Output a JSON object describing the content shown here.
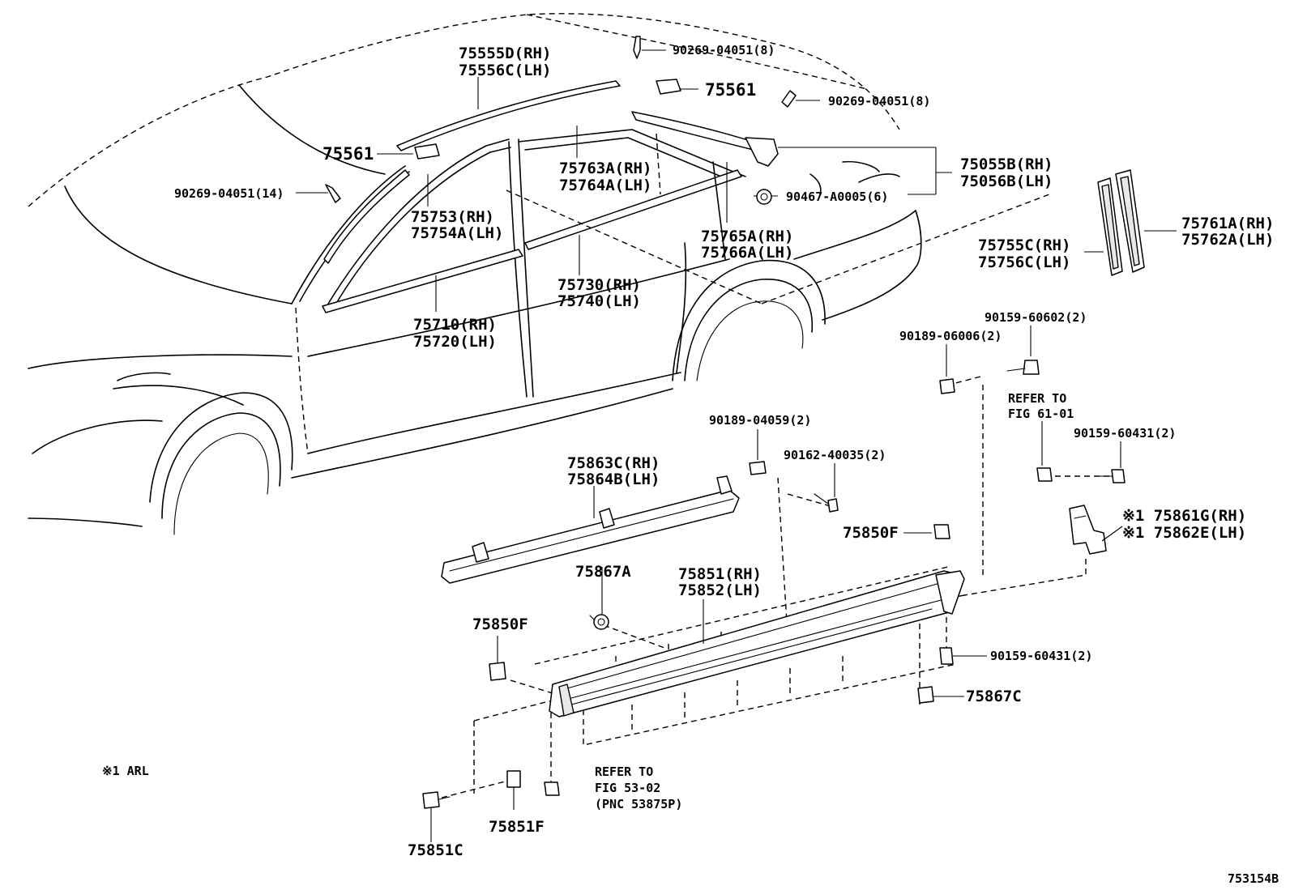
{
  "figure_id": "753154B",
  "footnote": "※1 ARL",
  "labels": {
    "l75555d": "75555D(RH)",
    "l75556c": "75556C(LH)",
    "l90269a": "90269-04051(8)",
    "l75561top": "75561",
    "l90269b": "90269-04051(8)",
    "l75561left": "75561",
    "l90269c": "90269-04051(14)",
    "l75763a": "75763A(RH)",
    "l75764a": "75764A(LH)",
    "l75055b": "75055B(RH)",
    "l75056b": "75056B(LH)",
    "l90467": "90467-A0005(6)",
    "l75753": "75753(RH)",
    "l75754a": "75754A(LH)",
    "l75765a": "75765A(RH)",
    "l75766a": "75766A(LH)",
    "l75761a": "75761A(RH)",
    "l75762a": "75762A(LH)",
    "l75755c": "75755C(RH)",
    "l75756c": "75756C(LH)",
    "l75730": "75730(RH)",
    "l75740": "75740(LH)",
    "l75710": "75710(RH)",
    "l75720": "75720(LH)",
    "l90159a": "90159-60602(2)",
    "l90189a": "90189-06006(2)",
    "l_refer61": "REFER TO",
    "l_fig61": "FIG 61-01",
    "l90189b": "90189-04059(2)",
    "l90159b": "90159-60431(2)",
    "l90162": "90162-40035(2)",
    "l75863c": "75863C(RH)",
    "l75864b": "75864B(LH)",
    "l75850f_r": "75850F",
    "l75861g": "※1 75861G(RH)",
    "l75862e": "※1 75862E(LH)",
    "l75867a": "75867A",
    "l75851": "75851(RH)",
    "l75852": "75852(LH)",
    "l75850f_l": "75850F",
    "l90159c": "90159-60431(2)",
    "l75867c": "75867C",
    "l_refer53": "REFER TO",
    "l_fig53": "FIG 53-02",
    "l_pnc": "(PNC 53875P)",
    "l75851c": "75851C",
    "l75851f": "75851F"
  }
}
